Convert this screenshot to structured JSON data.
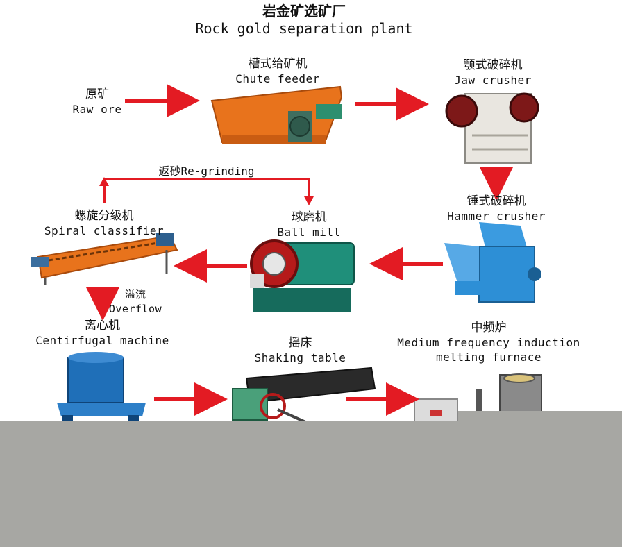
{
  "title": {
    "zh": "岩金矿选矿厂",
    "en": "Rock gold separation plant"
  },
  "nodes": {
    "raw_ore": {
      "zh": "原矿",
      "en": "Raw ore"
    },
    "chute_feeder": {
      "zh": "槽式给矿机",
      "en": "Chute feeder"
    },
    "jaw_crusher": {
      "zh": "颚式破碎机",
      "en": "Jaw crusher"
    },
    "hammer_crusher": {
      "zh": "锤式破碎机",
      "en": "Hammer crusher"
    },
    "ball_mill": {
      "zh": "球磨机",
      "en": "Ball mill"
    },
    "spiral_classifier": {
      "zh": "螺旋分级机",
      "en": "Spiral classifier"
    },
    "centrifugal_machine": {
      "zh": "离心机",
      "en": "Centirfugal machine"
    },
    "shaking_table": {
      "zh": "摇床",
      "en": "Shaking table"
    },
    "induction_furnace": {
      "zh": "中频炉",
      "en_line1": "Medium frequency induction",
      "en_line2": "melting furnace"
    }
  },
  "flow_labels": {
    "regrinding": "返砂Re-grinding",
    "overflow_zh": "溢流",
    "overflow_en": "Overflow"
  },
  "colors": {
    "arrow": "#e31b23",
    "machine_orange": "#e8731c",
    "machine_blue": "#2d8fd6",
    "machine_teal": "#1f8f7a",
    "occlusion_grey": "#a7a7a3"
  }
}
